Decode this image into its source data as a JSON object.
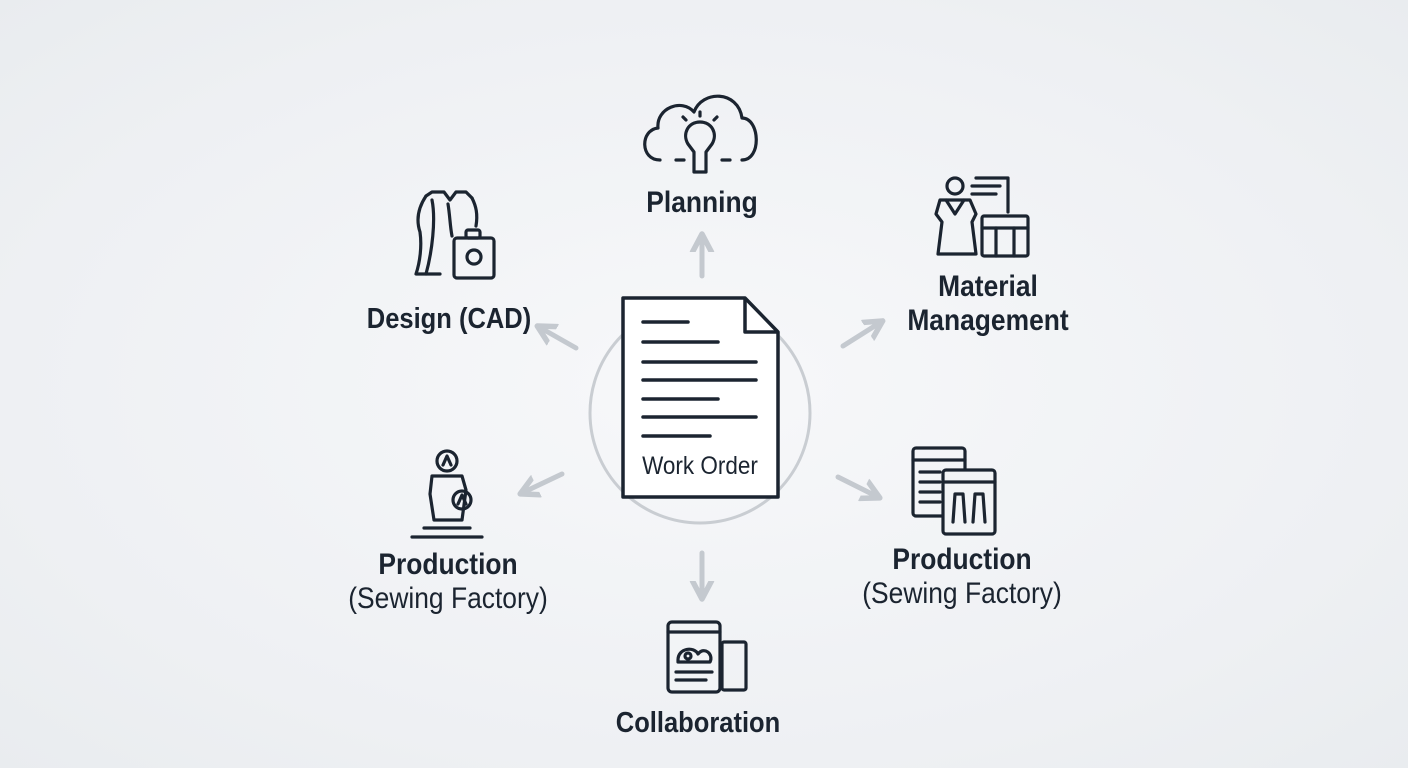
{
  "center": {
    "label": "Work Order"
  },
  "nodes": {
    "planning": {
      "label": "Planning"
    },
    "design": {
      "label": "Design (CAD)"
    },
    "material": {
      "line1": "Material",
      "line2": "Management"
    },
    "production_left": {
      "line1": "Production",
      "line2": "(Sewing Factory)"
    },
    "production_right": {
      "line1": "Production",
      "line2": "(Sewing Factory)"
    },
    "collaboration": {
      "label": "Collaboration"
    }
  },
  "colors": {
    "ink": "#1b2430",
    "arrow": "#c4c9cf",
    "ring": "#c9cdd2"
  }
}
